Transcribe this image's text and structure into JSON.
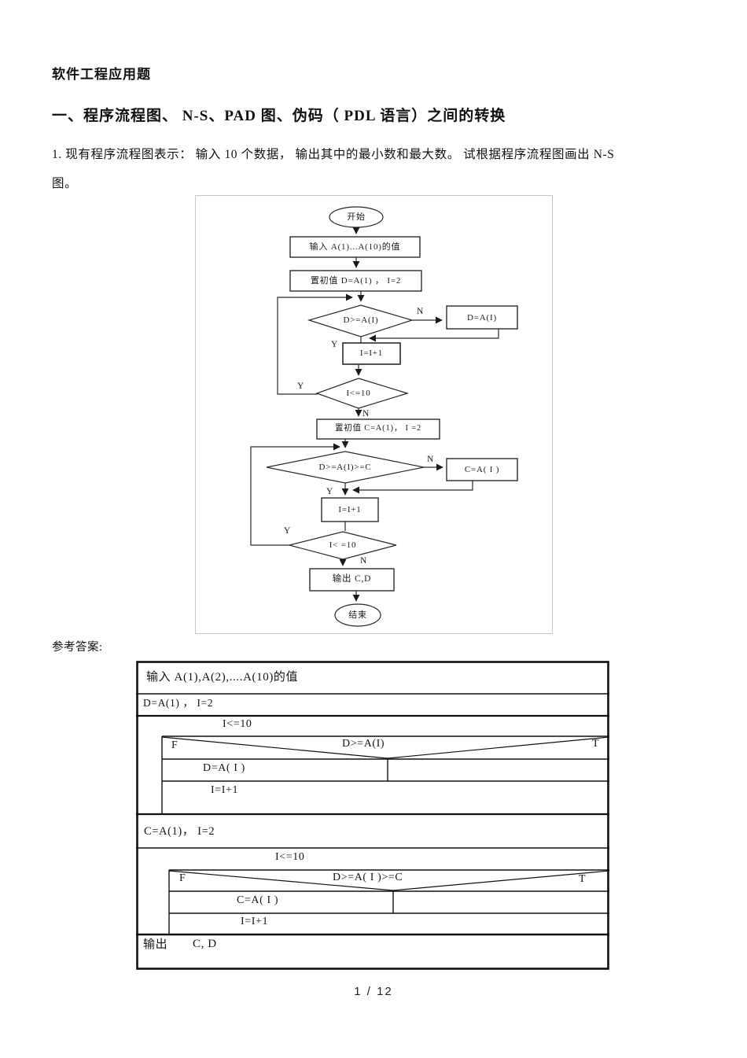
{
  "page": {
    "title": "软件工程应用题",
    "section_heading": "一、程序流程图、 N-S、PAD 图、伪码（ PDL 语言）之间的转换",
    "question_line1": "1. 现有程序流程图表示： 输入 10 个数据， 输出其中的最小数和最大数。 试根据程序流程图画出 N-S",
    "question_line2": "图。",
    "answer_label": "参考答案:",
    "footer_page_number": "1 / 12"
  },
  "flowchart": {
    "start": "开始",
    "input_values": "输入 A(1)...A(10)的值",
    "init_d": "置初值 D=A(1) ， I=2",
    "cond_d": "D>=A(I)",
    "assign_d": "D=A(I)",
    "inc_1": "I=I+1",
    "loop_1": "I<=10",
    "init_c": "置初值 C=A(1)， I =2",
    "cond_dc": "D>=A(I)>=C",
    "assign_c": "C=A( I )",
    "inc_2": "I=I+1",
    "loop_2": "I< =10",
    "output": "输出 C,D",
    "end": "结束",
    "labels": {
      "yes": "Y",
      "no": "N"
    }
  },
  "ns_diagram": {
    "input_row": "输入 A(1),A(2),....A(10)的值",
    "init_d_row": "D=A(1) ， I=2",
    "loop1_header": "I<=10",
    "cond1": "D>=A(I)",
    "cond1_false": "F",
    "cond1_true": "T",
    "assign_d": "D=A( I )",
    "inc1": "I=I+1",
    "init_c_row": "C=A(1)， I=2",
    "loop2_header": "I<=10",
    "cond2": "D>=A( I )>=C",
    "cond2_false": "F",
    "cond2_true": "T",
    "assign_c": "C=A( I )",
    "inc2": "I=I+1",
    "output_label": "输出",
    "output_value": "C, D"
  }
}
